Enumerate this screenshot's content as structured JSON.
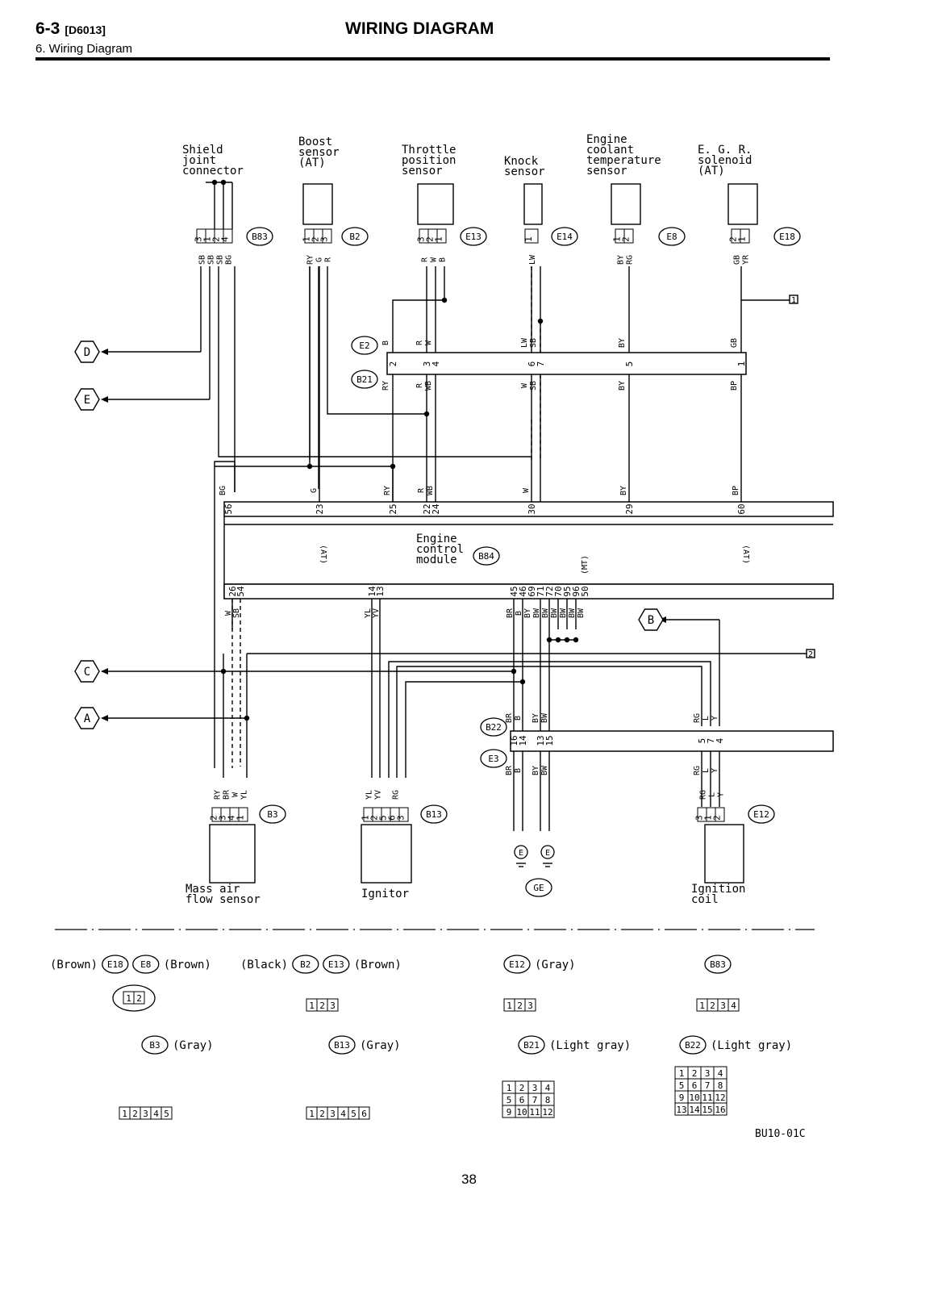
{
  "header": {
    "section": "6-3",
    "code": "[D6013]",
    "subtitle": "6. Wiring Diagram",
    "title": "WIRING DIAGRAM"
  },
  "components": [
    {
      "id": "B83",
      "label": [
        "Shield",
        "joint",
        "connector"
      ],
      "pins": [
        "3",
        "1",
        "2",
        "4"
      ],
      "wires": [
        "SB",
        "SB",
        "SB",
        "BG"
      ]
    },
    {
      "id": "B2",
      "label": [
        "Boost",
        "sensor",
        "(AT)"
      ],
      "pins": [
        "1",
        "2",
        "3"
      ],
      "wires": [
        "RY",
        "G",
        "R"
      ]
    },
    {
      "id": "E13",
      "label": [
        "Throttle",
        "position",
        "sensor"
      ],
      "pins": [
        "3",
        "2",
        "1"
      ],
      "wires": [
        "R",
        "W",
        "B"
      ]
    },
    {
      "id": "E14",
      "label": [
        "Knock",
        "sensor"
      ],
      "pins": [
        "1"
      ],
      "wires": [
        "LW"
      ]
    },
    {
      "id": "E8",
      "label": [
        "Engine",
        "coolant",
        "temperature",
        "sensor"
      ],
      "pins": [
        "1",
        "2"
      ],
      "wires": [
        "BY",
        "RG"
      ]
    },
    {
      "id": "E18",
      "label": [
        "E. G. R.",
        "solenoid",
        "(AT)"
      ],
      "pins": [
        "2",
        "1"
      ],
      "wires": [
        "GB",
        "YR"
      ]
    },
    {
      "id": "B3",
      "label": [
        "Mass air",
        "flow sensor"
      ],
      "pins": [
        "2",
        "3",
        "4",
        "1"
      ],
      "wires": [
        "RY",
        "BR",
        "W",
        "YL"
      ]
    },
    {
      "id": "B13",
      "label": [
        "Ignitor"
      ],
      "pins": [
        "1",
        "2",
        "5",
        "6",
        "3"
      ],
      "wires": [
        "YL",
        "YV",
        "",
        "RG",
        ""
      ]
    },
    {
      "id": "E12",
      "label": [
        "Ignition",
        "coil"
      ],
      "pins": [
        "3",
        "1",
        "2"
      ],
      "wires": [
        "RG",
        "L",
        "Y"
      ]
    }
  ],
  "ecm": {
    "id": "B84",
    "label": [
      "Engine",
      "control",
      "module"
    ]
  },
  "terminals": {
    "D": "D",
    "E": "E",
    "C": "C",
    "A": "A",
    "B": "B"
  },
  "connector_e2_b21": {
    "e2": "E2",
    "b21": "B21",
    "pins": [
      "2",
      "3",
      "4",
      "6",
      "7",
      "5",
      "1"
    ],
    "upper": [
      "B",
      "R",
      "W",
      "LW",
      "SB",
      "BY",
      "GB"
    ],
    "lower": [
      "RY",
      "R",
      "WB",
      "W",
      "SB",
      "BY",
      "BP"
    ]
  },
  "ecm_upper_pins": [
    "56",
    "23",
    "25",
    "22",
    "24",
    "30",
    "29",
    "60"
  ],
  "ecm_upper_wires": [
    "BG",
    "G",
    "RY",
    "R",
    "WB",
    "W",
    "BY",
    "BP"
  ],
  "ecm_lower_pins": [
    "26",
    "54",
    "14",
    "13",
    "45",
    "46",
    "69",
    "71",
    "72",
    "70",
    "95",
    "96",
    "50"
  ],
  "ecm_lower_wires": [
    "W",
    "SB",
    "YL",
    "YV",
    "BR",
    "B",
    "BY",
    "BW",
    "BW",
    "BW",
    "BW",
    "BW",
    "BW"
  ],
  "connector_b22_e3": {
    "b22": "B22",
    "e3": "E3",
    "pins_left": [
      "16",
      "14",
      "13",
      "15"
    ],
    "pins_right": [
      "5",
      "7",
      "4"
    ],
    "wires_left_top": [
      "BR",
      "B",
      "BY",
      "BW"
    ],
    "wires_right_top": [
      "RG",
      "L",
      "Y"
    ]
  },
  "ground": {
    "label": "GE",
    "e": "E"
  },
  "notes": {
    "at": "(AT)",
    "mt": "(MT)",
    "ref1": "1",
    "ref2": "2"
  },
  "legend": [
    {
      "ids": [
        "E18",
        "E8"
      ],
      "pre": "(Brown)",
      "post": "(Brown)",
      "pins": [
        "1",
        "2"
      ]
    },
    {
      "ids": [
        "B2",
        "E13"
      ],
      "pre": "(Black)",
      "post": "(Brown)",
      "pins": [
        "1",
        "2",
        "3"
      ]
    },
    {
      "ids": [
        "E12"
      ],
      "pre": "",
      "post": "(Gray)",
      "pins": [
        "1",
        "2",
        "3"
      ]
    },
    {
      "ids": [
        "B83"
      ],
      "pre": "",
      "post": "",
      "pins": [
        "1",
        "2",
        "3",
        "4"
      ]
    },
    {
      "ids": [
        "B3"
      ],
      "pre": "",
      "post": "(Gray)",
      "pins": [
        "1",
        "2",
        "3",
        "4",
        "5"
      ]
    },
    {
      "ids": [
        "B13"
      ],
      "pre": "",
      "post": "(Gray)",
      "pins": [
        "1",
        "2",
        "3",
        "4",
        "5",
        "6"
      ]
    },
    {
      "ids": [
        "B21"
      ],
      "pre": "",
      "post": "(Light gray)",
      "rows": [
        [
          "1",
          "2",
          "3",
          "4"
        ],
        [
          "5",
          "6",
          "7",
          "8"
        ],
        [
          "9",
          "10",
          "11",
          "12"
        ]
      ]
    },
    {
      "ids": [
        "B22"
      ],
      "pre": "",
      "post": "(Light gray)",
      "rows": [
        [
          "1",
          "2",
          "3",
          "4"
        ],
        [
          "5",
          "6",
          "7",
          "8"
        ],
        [
          "9",
          "10",
          "11",
          "12"
        ],
        [
          "13",
          "14",
          "15",
          "16"
        ]
      ]
    }
  ],
  "page_number": "38",
  "diagram_code": "BU10-01C"
}
